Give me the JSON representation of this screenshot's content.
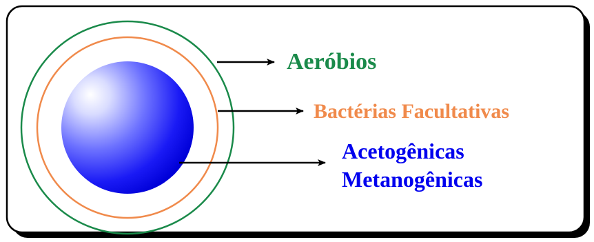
{
  "labels": {
    "aerobic": "Aeróbios",
    "facultative": "Bactérias Facultativas",
    "acetogenic": "Acetogênicas",
    "methanogenic": "Metanogênicas"
  },
  "colors": {
    "frame": "#000000",
    "aerobic": "#1a8a4a",
    "facultative": "#f08a4b",
    "core": "#0000ff",
    "anaerobic_text": "#0000ee",
    "arrow": "#000000"
  }
}
